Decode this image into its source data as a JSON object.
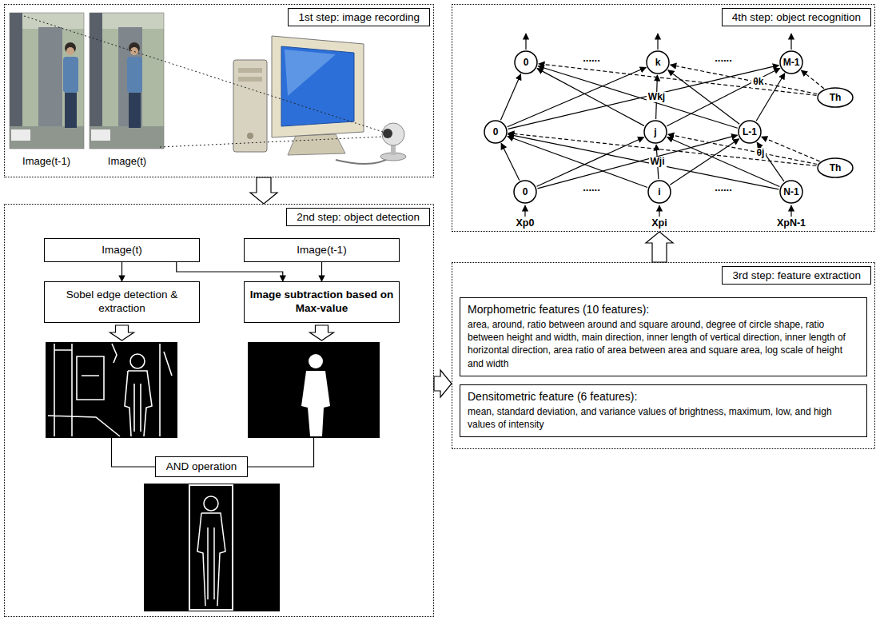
{
  "diagram": {
    "nodes": [
      {
        "text": [
          "1st step: image recording"
        ]
      },
      {
        "text": [
          "2nd step: object detection"
        ]
      },
      {
        "text": [
          "Image(t)"
        ],
        "in": 1
      },
      {
        "text": [
          "Image(t-1)"
        ],
        "in": 1
      },
      {
        "text": [
          "Sobel edge detection & extraction"
        ],
        "in": 1
      },
      {
        "text": [
          "Image subtraction based on Max-value"
        ],
        "in": 1
      },
      {
        "text": [
          "AND operation"
        ],
        "in": 1
      },
      {
        "text": [
          "3rd step: feature extraction"
        ]
      },
      {
        "text": [
          "Morphometric features (10 features):",
          "area, around, ratio between around and square around, degree of circle shape, ratio between height and width, main direction, inner length of vertical direction, inner length of horizontal direction, area ratio of area between area and square area, log scale of height and width"
        ],
        "in": 7
      },
      {
        "text": [
          "Densitometric feature (6 features):",
          "mean, standard deviation, and variance values of brightness, maximum, low, and high values of intensity"
        ],
        "in": 7
      },
      {
        "text": [
          "4th step: object recognition"
        ]
      },
      {
        "text": [
          "0"
        ],
        "in": 10
      },
      {
        "text": [
          "k"
        ],
        "in": 10
      },
      {
        "text": [
          "M-1"
        ],
        "in": 10
      },
      {
        "text": [
          "0"
        ],
        "in": 10
      },
      {
        "text": [
          "j"
        ],
        "in": 10
      },
      {
        "text": [
          "L-1"
        ],
        "in": 10
      },
      {
        "text": [
          "0"
        ],
        "in": 10
      },
      {
        "text": [
          "i"
        ],
        "in": 10
      },
      {
        "text": [
          "N-1"
        ],
        "in": 10
      },
      {
        "text": [
          "Th"
        ],
        "in": 10
      },
      {
        "text": [
          "Th"
        ],
        "in": 10
      }
    ],
    "edges": [
      {
        "from": 0,
        "to": 1,
        "arrow": "to"
      },
      {
        "from": 1,
        "to": 7,
        "arrow": "to"
      },
      {
        "from": 7,
        "to": 10,
        "arrow": "to"
      },
      {
        "from": 2,
        "to": 4,
        "arrow": "to"
      },
      {
        "from": 2,
        "to": 5,
        "arrow": "to"
      },
      {
        "from": 3,
        "to": 5,
        "arrow": "to"
      },
      {
        "from": 17,
        "to": 14,
        "arrow": "to"
      },
      {
        "from": 17,
        "to": 15,
        "arrow": "to"
      },
      {
        "from": 17,
        "to": 16,
        "arrow": "to"
      },
      {
        "from": 18,
        "to": 14,
        "arrow": "to"
      },
      {
        "from": 18,
        "to": 15,
        "arrow": "to",
        "label": "Wji"
      },
      {
        "from": 18,
        "to": 16,
        "arrow": "to"
      },
      {
        "from": 19,
        "to": 14,
        "arrow": "to"
      },
      {
        "from": 19,
        "to": 15,
        "arrow": "to"
      },
      {
        "from": 19,
        "to": 16,
        "arrow": "to"
      },
      {
        "from": 14,
        "to": 11,
        "arrow": "to"
      },
      {
        "from": 14,
        "to": 12,
        "arrow": "to"
      },
      {
        "from": 14,
        "to": 13,
        "arrow": "to"
      },
      {
        "from": 15,
        "to": 11,
        "arrow": "to"
      },
      {
        "from": 15,
        "to": 12,
        "arrow": "to",
        "label": "Wkj"
      },
      {
        "from": 15,
        "to": 13,
        "arrow": "to"
      },
      {
        "from": 16,
        "to": 11,
        "arrow": "to"
      },
      {
        "from": 16,
        "to": 12,
        "arrow": "to"
      },
      {
        "from": 16,
        "to": 13,
        "arrow": "to"
      },
      {
        "from": 20,
        "to": 11,
        "arrow": "to"
      },
      {
        "from": 20,
        "to": 12,
        "arrow": "to",
        "label": "θk"
      },
      {
        "from": 20,
        "to": 13,
        "arrow": "to"
      },
      {
        "from": 21,
        "to": 14,
        "arrow": "to"
      },
      {
        "from": 21,
        "to": 15,
        "arrow": "to",
        "label": "θj"
      },
      {
        "from": 21,
        "to": 16,
        "arrow": "to"
      }
    ],
    "labels": [
      "Image(t-1)",
      "Image(t)",
      "......",
      "......",
      "......",
      "......",
      "Xp0",
      "Xpi",
      "XpN-1"
    ]
  }
}
